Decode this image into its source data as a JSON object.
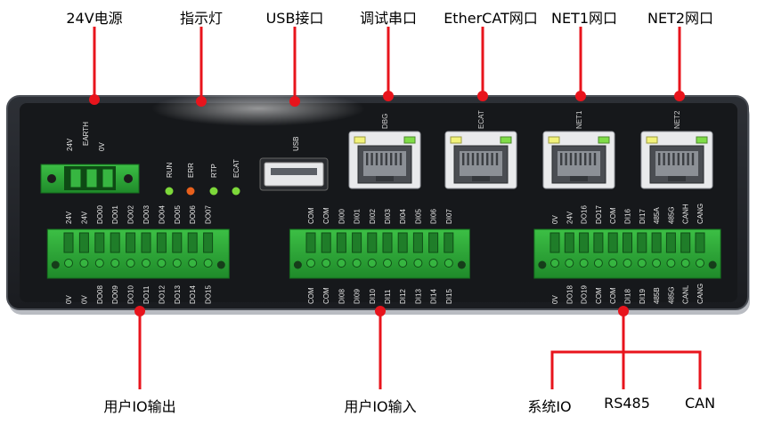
{
  "callouts": {
    "power": "24V电源",
    "indicators": "指示灯",
    "usb": "USB接口",
    "debug": "调试串口",
    "ethercat": "EtherCAT网口",
    "net1": "NET1网口",
    "net2": "NET2网口",
    "io_output": "用户IO输出",
    "io_input": "用户IO输入",
    "system_io": "系统IO",
    "rs485": "RS485",
    "can": "CAN"
  },
  "power_labels": [
    "24V",
    "EARTH",
    "0V"
  ],
  "leds": [
    {
      "label": "RUN",
      "color": "#7dd83a"
    },
    {
      "label": "ERR",
      "color": "#e8601c"
    },
    {
      "label": "RTP",
      "color": "#7dd83a"
    },
    {
      "label": "ECAT",
      "color": "#7dd83a"
    }
  ],
  "usb_label": "USB",
  "port_labels": [
    "DBG",
    "ECAT",
    "NET1",
    "NET2"
  ],
  "output_top": [
    "24V",
    "24V",
    "DO00",
    "DO01",
    "DO02",
    "DO03",
    "DO04",
    "DO05",
    "DO06",
    "DO07"
  ],
  "output_bottom": [
    "0V",
    "0V",
    "DO08",
    "DO09",
    "DO10",
    "DO11",
    "DO12",
    "DO13",
    "DO14",
    "DO15"
  ],
  "input_top": [
    "COM",
    "COM",
    "DI00",
    "DI01",
    "DI02",
    "DI03",
    "DI04",
    "DI05",
    "DI06",
    "DI07"
  ],
  "input_bottom": [
    "COM",
    "COM",
    "DI08",
    "DI09",
    "DI10",
    "DI11",
    "DI12",
    "DI13",
    "DI14",
    "DI15"
  ],
  "sys_top": [
    "0V",
    "24V",
    "DO16",
    "DO17",
    "COM",
    "DI16",
    "DI17",
    "485A",
    "485G",
    "CANH",
    "CANG"
  ],
  "sys_bottom": [
    "0V",
    "DO18",
    "DO19",
    "COM",
    "COM",
    "DI18",
    "DI19",
    "485B",
    "485G",
    "CANL",
    "CANG"
  ],
  "colors": {
    "panel": "#17191d",
    "terminal_green": "#2fa83a",
    "callout_red": "#e8141c",
    "led_green": "#7dd83a",
    "led_orange": "#e8601c"
  }
}
